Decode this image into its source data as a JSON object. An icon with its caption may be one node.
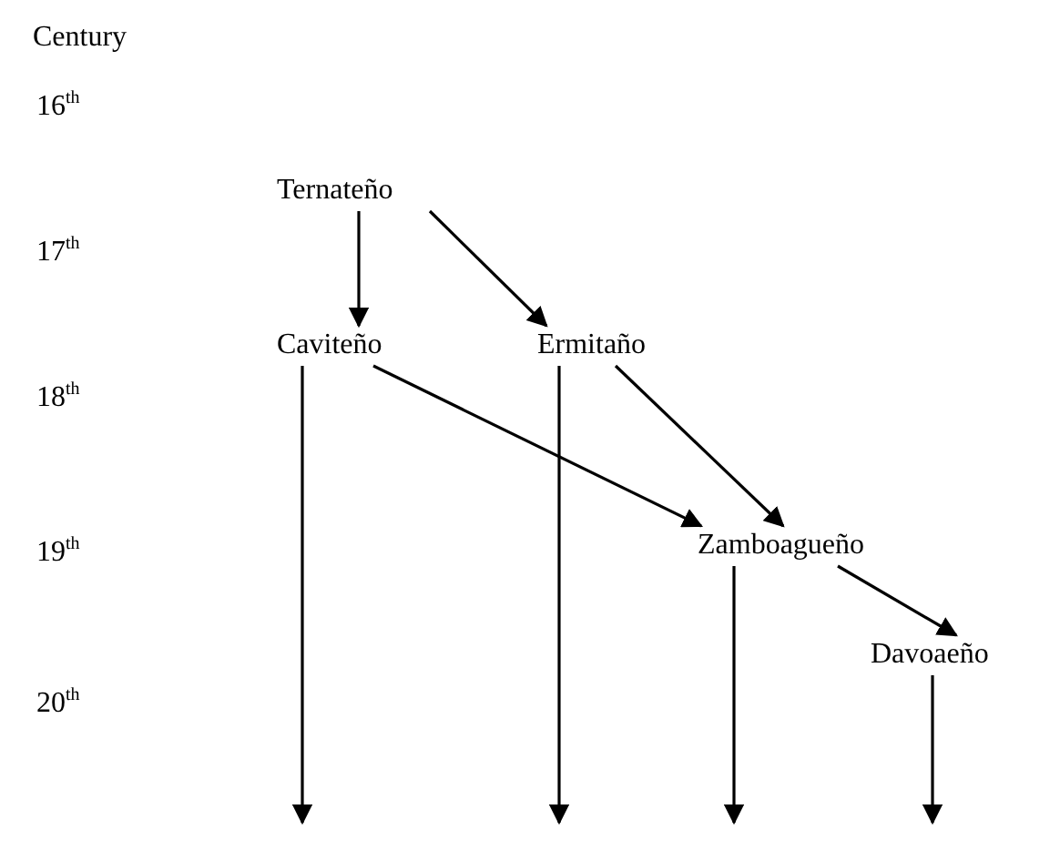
{
  "diagram": {
    "nodes": [
      {
        "text": [
          "Ternateño"
        ]
      },
      {
        "text": [
          "Caviteño"
        ]
      },
      {
        "text": [
          "Ermitaño"
        ]
      },
      {
        "text": [
          "Zamboagueño"
        ]
      },
      {
        "text": [
          "Davoaeño"
        ]
      }
    ],
    "edges": [
      {
        "from": 0,
        "to": 1,
        "arrow": "to"
      },
      {
        "from": 0,
        "to": 2,
        "arrow": "to"
      },
      {
        "from": 1,
        "to": 3,
        "arrow": "to"
      },
      {
        "from": 2,
        "to": 3,
        "arrow": "to"
      },
      {
        "from": 3,
        "to": 4,
        "arrow": "to"
      },
      {
        "from": 1,
        "to": null,
        "arrow": "to"
      },
      {
        "from": 2,
        "to": null,
        "arrow": "to"
      },
      {
        "from": 3,
        "to": null,
        "arrow": "to"
      },
      {
        "from": 4,
        "to": null,
        "arrow": "to"
      }
    ],
    "labels": [
      "Century",
      "16$^{th}$",
      "17$^{th}$",
      "18$^{th}$",
      "19$^{th}$",
      "20$^{th}$"
    ]
  }
}
